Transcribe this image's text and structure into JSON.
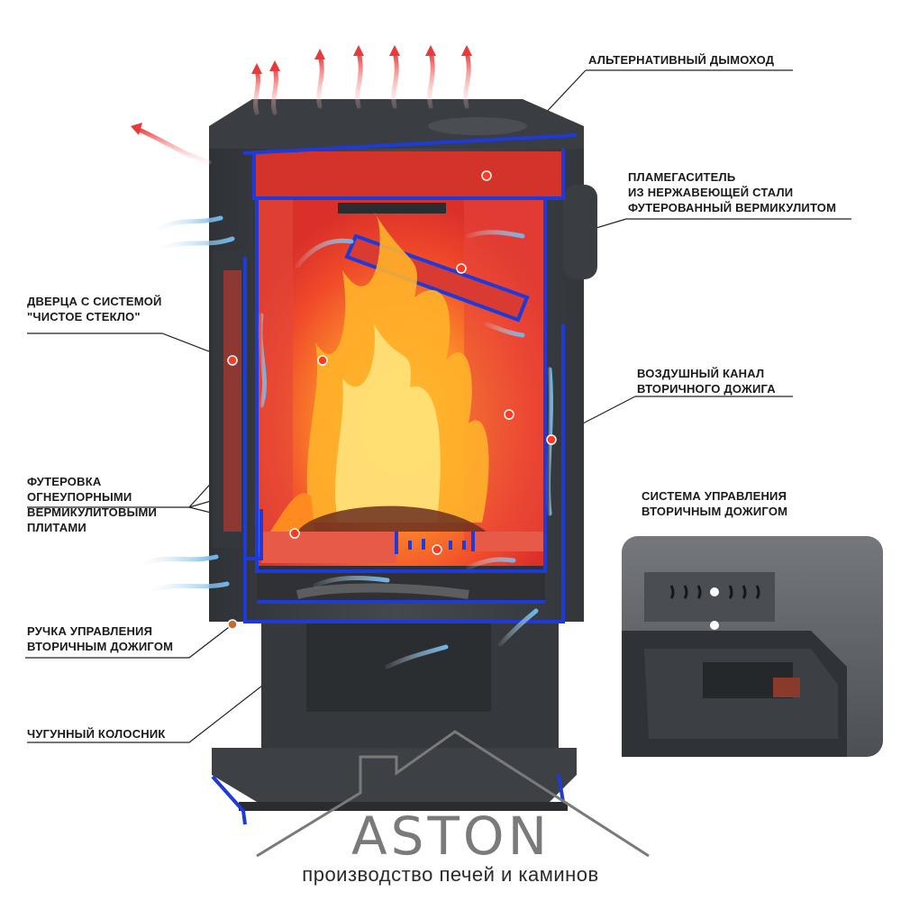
{
  "labels": {
    "alt_chimney": "АЛЬТЕРНАТИВНЫЙ ДЫМОХОД",
    "flame_damper": [
      "ПЛАМЕГАСИТЕЛЬ",
      "ИЗ НЕРЖАВЕЮЩЕЙ СТАЛИ",
      "ФУТЕРОВАННЫЙ ВЕРМИКУЛИТОМ"
    ],
    "door": [
      "ДВЕРЦА С СИСТЕМОЙ",
      "\"ЧИСТОЕ СТЕКЛО\""
    ],
    "air_channel": [
      "ВОЗДУШНЫЙ КАНАЛ",
      "ВТОРИЧНОГО ДОЖИГА"
    ],
    "lining": [
      "ФУТЕРОВКА",
      "ОГНЕУПОРНЫМИ",
      "ВЕРМИКУЛИТОВЫМИ",
      "ПЛИТАМИ"
    ],
    "control_system": [
      "СИСТЕМА УПРАВЛЕНИЯ",
      "ВТОРИЧНЫМ ДОЖИГОМ"
    ],
    "handle": [
      "РУЧКА УПРАВЛЕНИЯ",
      "ВТОРИЧНЫМ ДОЖИГОМ"
    ],
    "grate": "ЧУГУННЫЙ КОЛОСНИК"
  },
  "brand": {
    "name": "ASTON",
    "tagline": "производство печей и каминов"
  },
  "colors": {
    "body": "#3c3f44",
    "section_outline": "#1e3ad8",
    "firebox": "#e8322c",
    "flame": "#ffb12a",
    "hot_air": "#e84a4a",
    "cold_air": "#8ec8ef",
    "marker": "#ff3b1f"
  }
}
